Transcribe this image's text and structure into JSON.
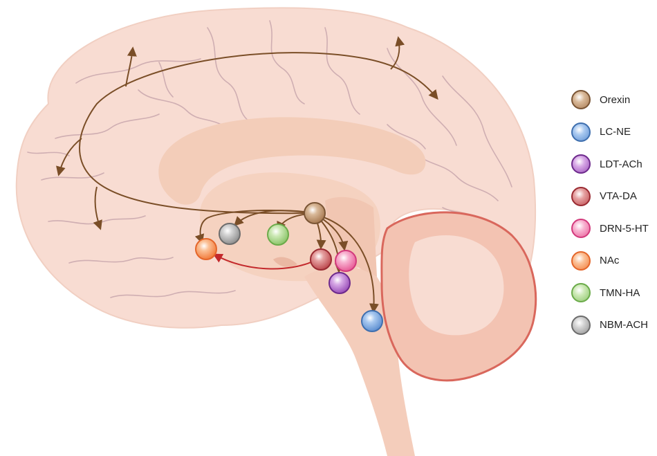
{
  "legend": [
    {
      "label": "Orexin",
      "icon": "orexin-neuron-icon",
      "fill": "#c29a73",
      "stroke": "#7a5535"
    },
    {
      "label": "LC-NE",
      "icon": "lc-ne-neuron-icon",
      "fill": "#8ab3e6",
      "stroke": "#3f6fae"
    },
    {
      "label": "LDT-ACh",
      "icon": "ldt-ach-neuron-icon",
      "fill": "#c48ad6",
      "stroke": "#6d2a8c"
    },
    {
      "label": "VTA-DA",
      "icon": "vta-da-neuron-icon",
      "fill": "#d9787a",
      "stroke": "#9a2b32"
    },
    {
      "label": "DRN-5-HT",
      "icon": "drn-5ht-neuron-icon",
      "fill": "#f38fb8",
      "stroke": "#d23a7c"
    },
    {
      "label": "NAc",
      "icon": "nac-neuron-icon",
      "fill": "#f7a060",
      "stroke": "#e4662a"
    },
    {
      "label": "TMN-HA",
      "icon": "tmn-ha-neuron-icon",
      "fill": "#b6dd98",
      "stroke": "#6bab4a"
    },
    {
      "label": "NBM-ACH",
      "icon": "nbm-ach-neuron-icon",
      "fill": "#b9b9b9",
      "stroke": "#6c6c6c"
    }
  ],
  "colors": {
    "orexin_projection": "#7a4e27",
    "vta_to_nac_projection": "#c3282b",
    "cortex": "#f8dcd2",
    "sulcus": "#cfaeb2",
    "midline": "#f3cdb9",
    "cerebellum": "#f3c3b2",
    "cerebellum_edge": "#d9675c"
  }
}
